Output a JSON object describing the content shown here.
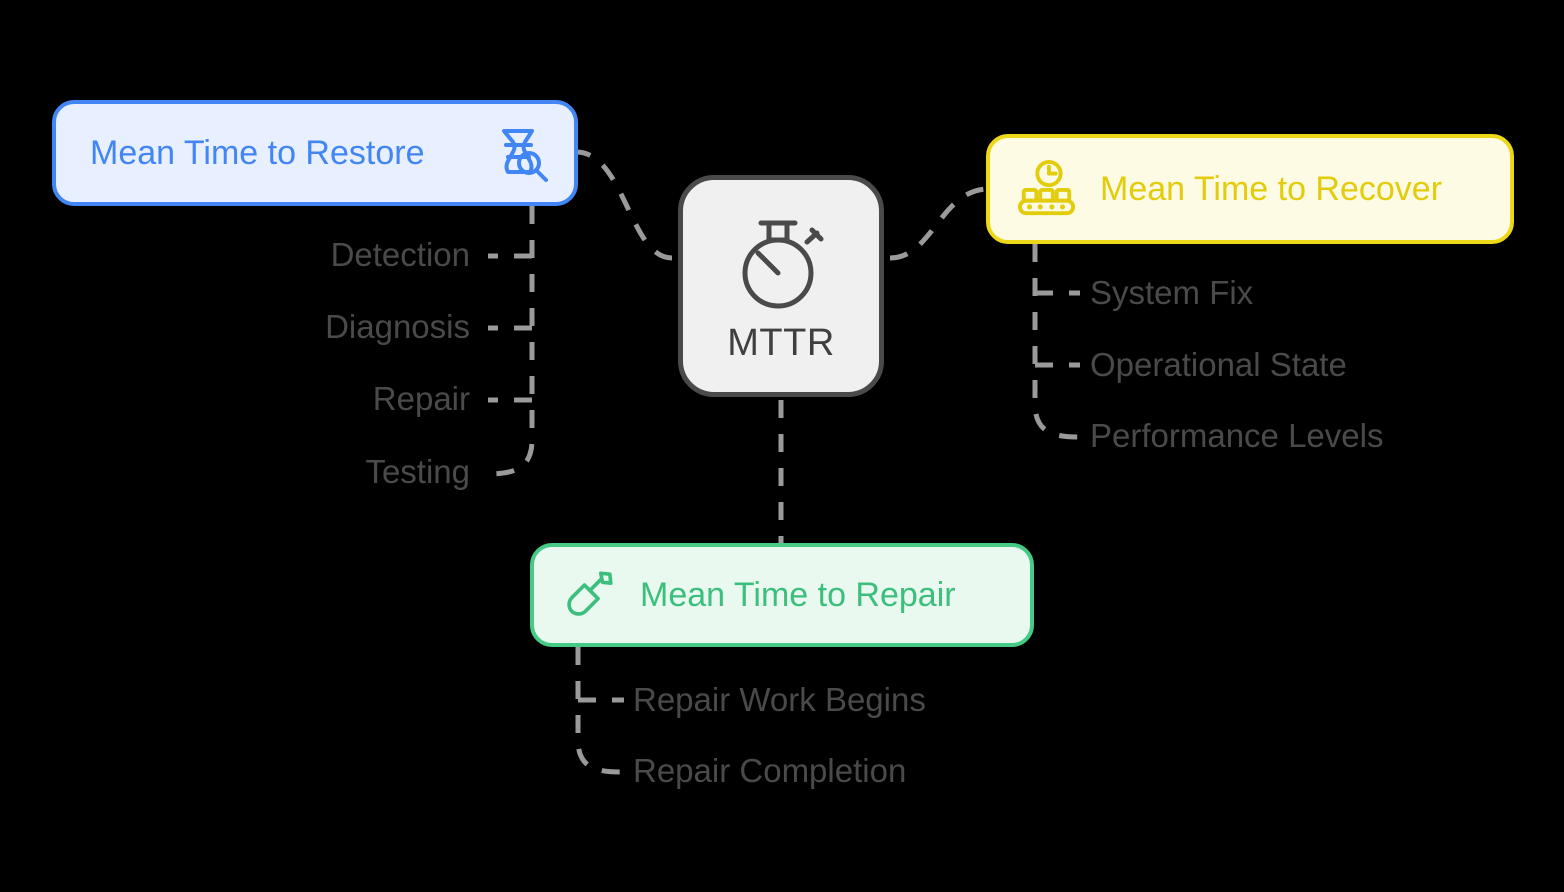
{
  "diagram": {
    "title": "MTTR",
    "center": {
      "label": "MTTR",
      "icon": "stopwatch-icon",
      "fill": "#f0f0f0",
      "stroke": "#4a4a4a"
    },
    "branches": [
      {
        "id": "restore",
        "label": "Mean Time to Restore",
        "icon": "vase-magnifier-icon",
        "color": "#4285f4",
        "fill": "#e8efff",
        "position": "left",
        "leaves": [
          "Detection",
          "Diagnosis",
          "Repair",
          "Testing"
        ]
      },
      {
        "id": "recover",
        "label": "Mean Time to Recover",
        "icon": "conveyor-clock-icon",
        "color": "#e3cc0c",
        "border_color": "#ecd816",
        "fill": "#fdfbe4",
        "position": "right",
        "leaves": [
          "System Fix",
          "Operational State",
          "Performance Levels"
        ]
      },
      {
        "id": "repair",
        "label": "Mean Time to Repair",
        "icon": "screwdriver-icon",
        "color": "#3cbf7c",
        "border_color": "#45cb85",
        "fill": "#e9f9f0",
        "position": "bottom",
        "leaves": [
          "Repair Work Begins",
          "Repair Completion"
        ]
      }
    ],
    "leaf_text_color": "#4a4a4a",
    "connector_color": "#9a9a9a",
    "background": "#000000"
  }
}
